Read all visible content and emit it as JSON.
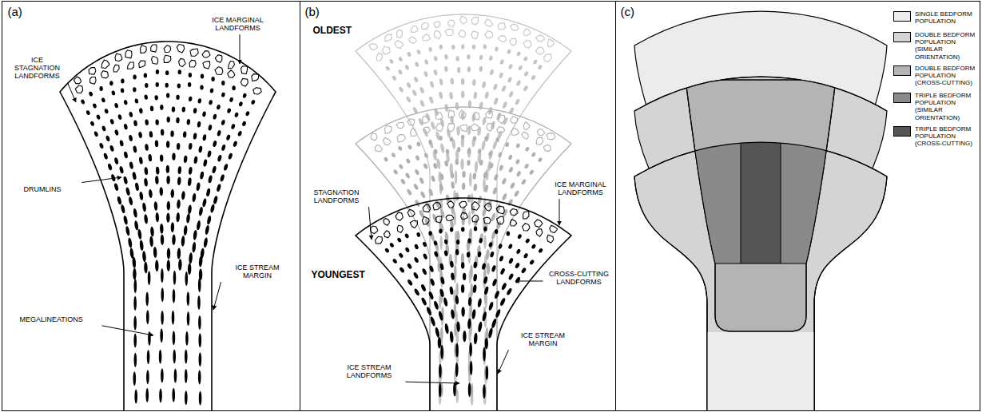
{
  "diagram": {
    "nodes": [
      {
        "text": [
          "(a)",
          "ICE STAGNATION LANDFORMS",
          "ICE MARGINAL LANDFORMS",
          "DRUMLINS",
          "ICE STREAM MARGIN",
          "MEGALINEATIONS"
        ]
      },
      {
        "text": [
          "(b)",
          "OLDEST",
          "STAGNATION LANDFORMS",
          "ICE MARGINAL LANDFORMS",
          "CROSS-CUTTING LANDFORMS",
          "YOUNGEST",
          "ICE STREAM MARGIN",
          "ICE STREAM LANDFORMS"
        ]
      },
      {
        "text": [
          "(c)"
        ]
      }
    ],
    "legend": [
      {
        "text": "SINGLE BEDFORM POPULATION",
        "color": "#ececec"
      },
      {
        "text": "DOUBLE BEDFORM POPULATION (SIMILAR ORIENTATION)",
        "color": "#d4d4d4"
      },
      {
        "text": "DOUBLE BEDFORM POPULATION (CROSS-CUTTING)",
        "color": "#b4b4b4"
      },
      {
        "text": "TRIPLE BEDFORM POPULATION (SIMILAR ORIENTATION)",
        "color": "#8a8a8a"
      },
      {
        "text": "TRIPLE BEDFORM POPULATION (CROSS-CUTTING)",
        "color": "#555555"
      }
    ]
  }
}
